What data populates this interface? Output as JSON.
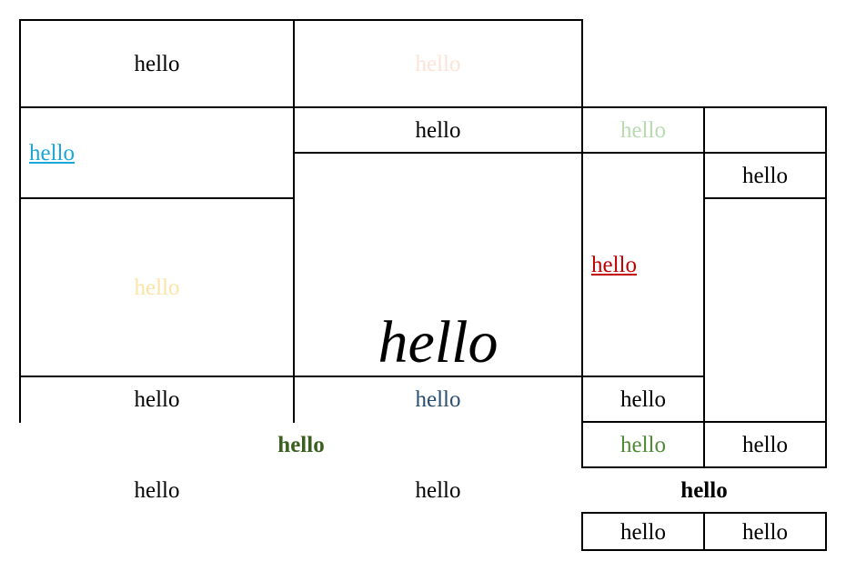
{
  "cells": {
    "r1c1": "hello",
    "r1c2": "hello",
    "r2c1": "hello",
    "r2c2": "hello",
    "r2c3": "hello",
    "r3c4": "hello",
    "r4c1": "hello",
    "r4c2": "hello",
    "r4c3": "hello",
    "r5c1": "hello",
    "r5c2": "hello",
    "r5c3": "hello",
    "r6c12": "hello",
    "r6c3": "hello",
    "r6c4": "hello",
    "r7c1": "hello",
    "r7c2": "hello",
    "r7c34": "hello",
    "r8c3": "hello",
    "r8c4": "hello"
  },
  "colors": {
    "peach": "#fde3d6",
    "light_green": "#b8dbb0",
    "cyan_link": "#1aa6d6",
    "light_yellow": "#fbe4a6",
    "red_link": "#c00000",
    "navy": "#2b4f72",
    "dark_green": "#3a5f1e",
    "mid_green": "#4e8a34"
  }
}
